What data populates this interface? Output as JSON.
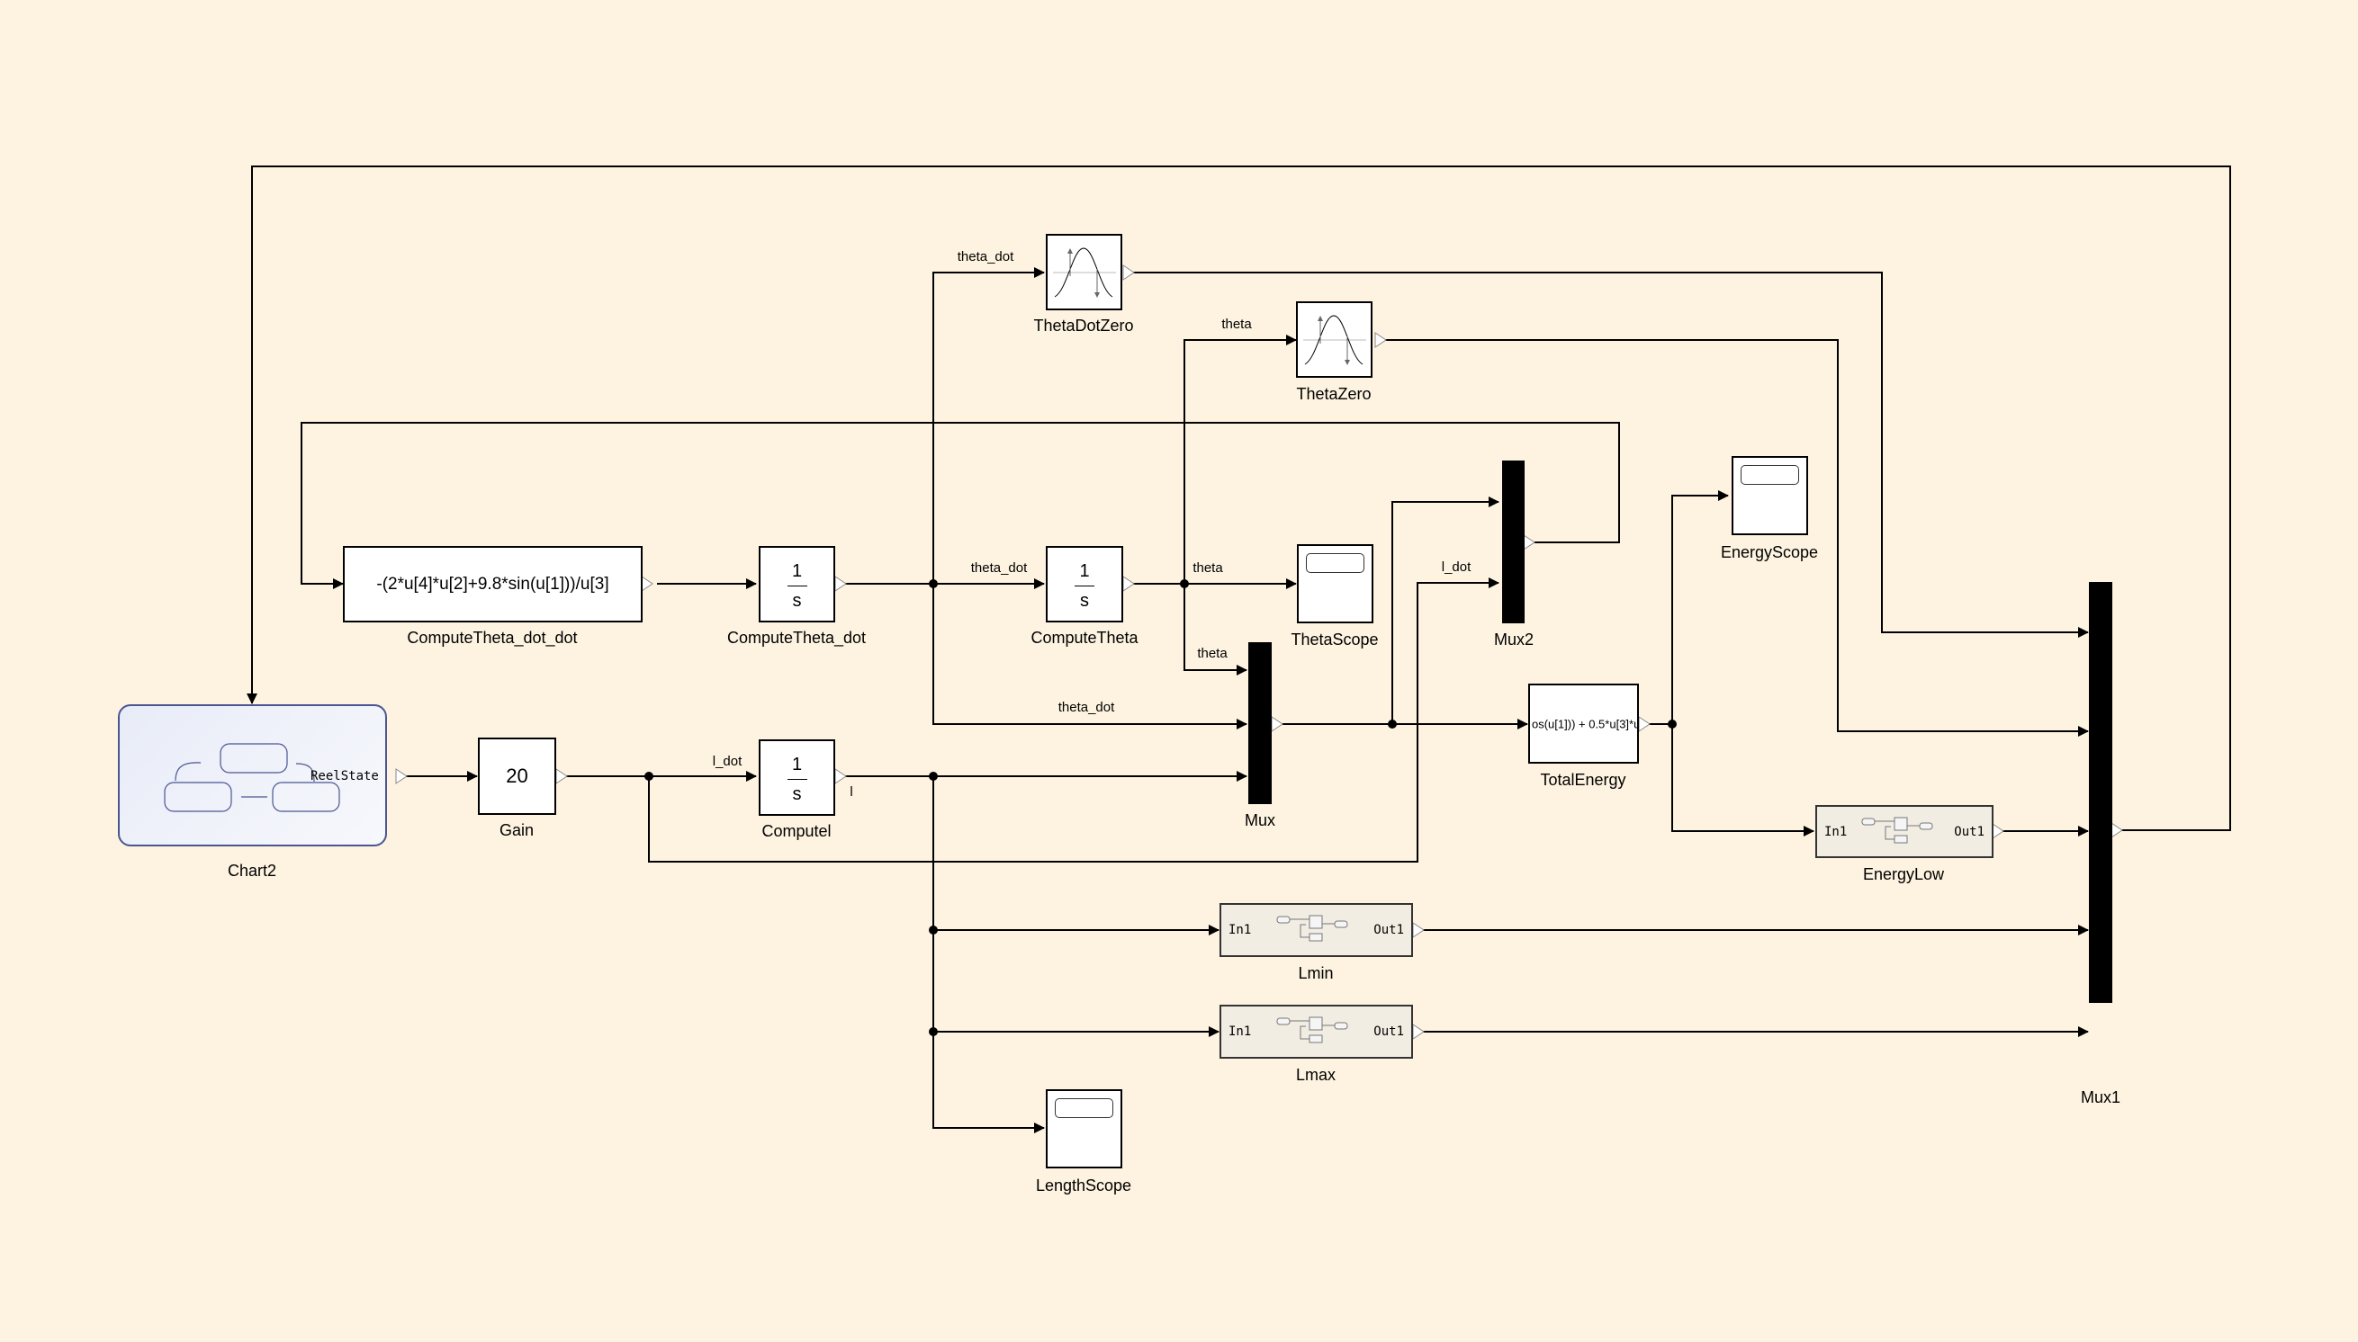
{
  "model": {
    "background_color": "#fdf3e0",
    "chart_accent_color": "#4a5592"
  },
  "blocks": {
    "chart2": {
      "name": "Chart2",
      "output_port": "ReelState",
      "icon": "stateflow-chart-icon"
    },
    "gain": {
      "name": "Gain",
      "value": "20"
    },
    "compute_theta_dot_dot": {
      "name": "ComputeTheta_dot_dot",
      "expression": "-(2*u[4]*u[2]+9.8*sin(u[1]))/u[3]"
    },
    "compute_theta_dot": {
      "name": "ComputeTheta_dot",
      "numerator": "1",
      "denominator": "s"
    },
    "compute_theta": {
      "name": "ComputeTheta",
      "numerator": "1",
      "denominator": "s"
    },
    "compute_l": {
      "name": "Computel",
      "numerator": "1",
      "denominator": "s"
    },
    "theta_dot_zero": {
      "name": "ThetaDotZero",
      "icon": "hit-crossing-icon"
    },
    "theta_zero": {
      "name": "ThetaZero",
      "icon": "hit-crossing-icon"
    },
    "theta_scope": {
      "name": "ThetaScope",
      "icon": "scope-icon"
    },
    "energy_scope": {
      "name": "EnergyScope",
      "icon": "scope-icon"
    },
    "length_scope": {
      "name": "LengthScope",
      "icon": "scope-icon"
    },
    "mux": {
      "name": "Mux"
    },
    "mux1": {
      "name": "Mux1"
    },
    "mux2": {
      "name": "Mux2"
    },
    "total_energy": {
      "name": "TotalEnergy",
      "expression": "os(u[1])) + 0.5*u[3]*u"
    },
    "energy_low": {
      "name": "EnergyLow",
      "in_port": "In1",
      "out_port": "Out1"
    },
    "lmin": {
      "name": "Lmin",
      "in_port": "In1",
      "out_port": "Out1"
    },
    "lmax": {
      "name": "Lmax",
      "in_port": "In1",
      "out_port": "Out1"
    }
  },
  "signals": {
    "theta_dot_top": "theta_dot",
    "theta_top": "theta",
    "theta_dot_mid": "theta_dot",
    "theta_scope_in": "theta",
    "theta_mux_in": "theta",
    "l_dot_mux2": "l_dot",
    "theta_dot_mux": "theta_dot",
    "l_dot_in": "l_dot",
    "l_out": "l"
  }
}
